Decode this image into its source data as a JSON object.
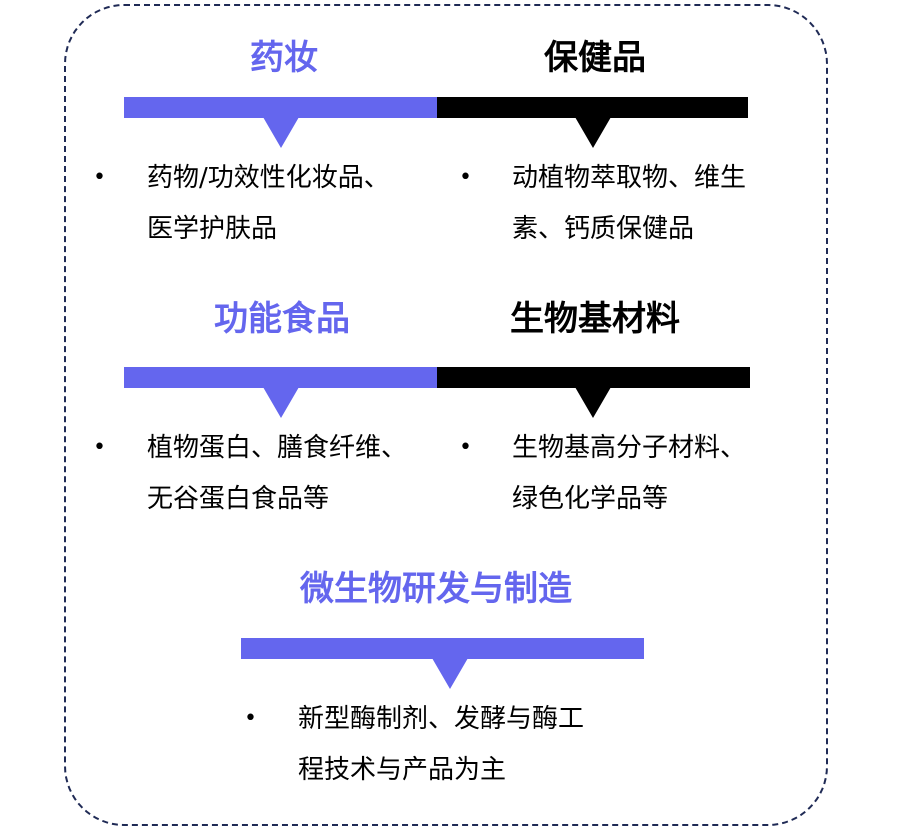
{
  "colors": {
    "accent": "#6466ee",
    "dark": "#000000",
    "border": "#1f2a55"
  },
  "bullet_glyph": "•",
  "sections": {
    "cosmetics": {
      "title": "药妆",
      "lines": [
        "药物/功效性化妆品、",
        "医学护肤品"
      ]
    },
    "health": {
      "title": "保健品",
      "lines": [
        "动植物萃取物、维生",
        "素、钙质保健品"
      ]
    },
    "food": {
      "title": "功能食品",
      "lines": [
        "植物蛋白、膳食纤维、",
        "无谷蛋白食品等"
      ]
    },
    "biomaterial": {
      "title": "生物基材料",
      "lines": [
        "生物基高分子材料、",
        "绿色化学品等"
      ]
    },
    "microbe": {
      "title": "微生物研发与制造",
      "lines": [
        "新型酶制剂、发酵与酶工",
        "程技术与产品为主"
      ]
    }
  }
}
